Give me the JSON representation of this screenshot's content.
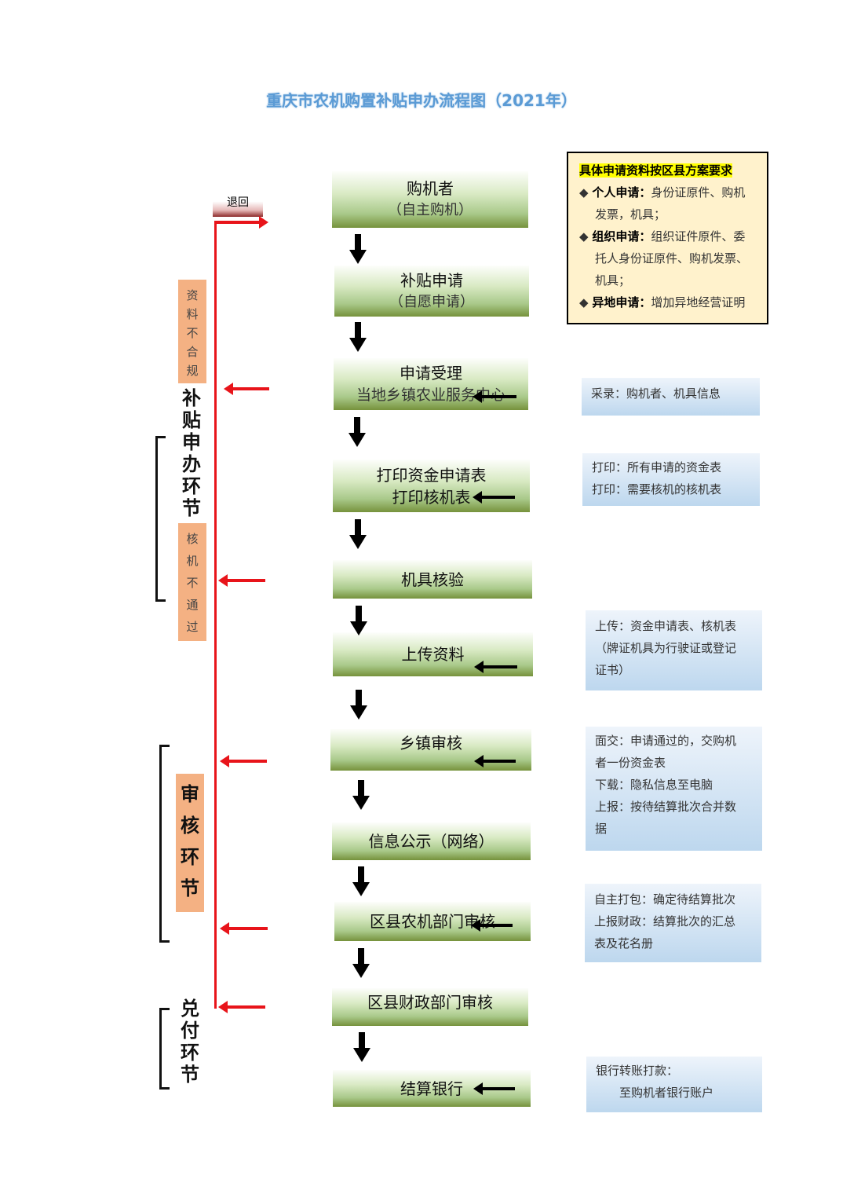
{
  "title": "重庆市农机购置补贴申办流程图（2021年）",
  "return_label": "退回",
  "steps": [
    {
      "main": "购机者",
      "sub": "（自主购机）"
    },
    {
      "main": "补贴申请",
      "sub": "（自愿申请）"
    },
    {
      "main": "申请受理",
      "sub": "当地乡镇农业服务中心"
    },
    {
      "main": "打印资金申请表",
      "sub": "打印核机表"
    },
    {
      "main": "机具核验"
    },
    {
      "main": "上传资料"
    },
    {
      "main": "乡镇审核"
    },
    {
      "main": "信息公示（网络）"
    },
    {
      "main": "区县农机部门审核"
    },
    {
      "main": "区县财政部门审核"
    },
    {
      "main": "结算银行"
    }
  ],
  "requirements": {
    "heading": "具体申请资料按区县方案要求",
    "items": [
      {
        "label": "个人申请：",
        "text1": "身份证原件、购机",
        "text2": "发票，机具；"
      },
      {
        "label": "组织申请：",
        "text1": "组织证件原件、委",
        "text2": "托人身份证原件、购机发票、",
        "text3": "机具；"
      },
      {
        "label": "异地申请：",
        "text1": "增加异地经营证明"
      }
    ]
  },
  "notes": [
    {
      "lines": [
        "采录：购机者、机具信息"
      ]
    },
    {
      "lines": [
        "打印：所有申请的资金表",
        "打印：需要核机的核机表"
      ]
    },
    {
      "lines": [
        "上传：资金申请表、核机表",
        "（牌证机具为行驶证或登记",
        "证书）"
      ]
    },
    {
      "lines": [
        "面交：申请通过的，交购机",
        "者一份资金表",
        "下载：隐私信息至电脑",
        "上报：按待结算批次合并数",
        "据"
      ]
    },
    {
      "lines": [
        "自主打包：确定待结算批次",
        "上报财政：结算批次的汇总",
        "表及花名册"
      ]
    },
    {
      "lines": [
        "银行转账打款：",
        "　　至购机者银行账户"
      ]
    }
  ],
  "failure_labels": {
    "materials": [
      "资",
      "料",
      "不",
      "合",
      "规"
    ],
    "inspection": [
      "核",
      "机",
      "不",
      "通",
      "过"
    ]
  },
  "phases": {
    "apply": [
      "补",
      "贴",
      "申",
      "办",
      "环",
      "节"
    ],
    "review": [
      "审",
      "核",
      "环",
      "节"
    ],
    "payment": [
      "兑",
      "付",
      "环",
      "节"
    ]
  },
  "colors": {
    "title": "#5b9bd5",
    "return_line": "#e8141a",
    "phase_box": "#f4b183",
    "req_box": "#fff2cc"
  }
}
